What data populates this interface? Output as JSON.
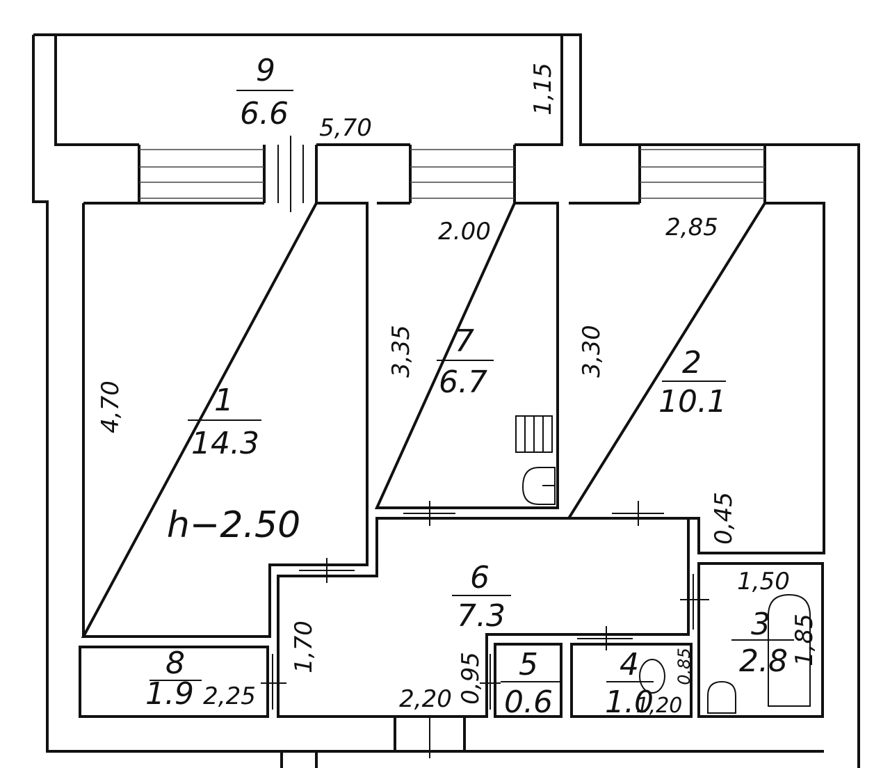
{
  "rooms": [
    {
      "id": "1",
      "number": "1",
      "area": "14.3"
    },
    {
      "id": "2",
      "number": "2",
      "area": "10.1"
    },
    {
      "id": "3",
      "number": "3",
      "area": "2.8"
    },
    {
      "id": "4",
      "number": "4",
      "area": "1.0"
    },
    {
      "id": "5",
      "number": "5",
      "area": "0.6"
    },
    {
      "id": "6",
      "number": "6",
      "area": "7.3"
    },
    {
      "id": "7",
      "number": "7",
      "area": "6.7"
    },
    {
      "id": "8",
      "number": "8",
      "area": "1.9"
    },
    {
      "id": "9",
      "number": "9",
      "area": "6.6"
    }
  ],
  "ceiling_height": "h−2.50",
  "dimensions": {
    "balcony_width": "5,70",
    "balcony_depth": "1,15",
    "room7_width": "2.00",
    "room7_length": "3,35",
    "room2_width": "2,85",
    "room2_length": "3,30",
    "room1_length": "4,70",
    "room2_step": "0,45",
    "hall_depth": "1,70",
    "hall_width": "2,20",
    "closet5_depth": "0,95",
    "bath_width": "1,50",
    "bath_length": "1,85",
    "closet8_width": "2,25",
    "wc_width": "0,85",
    "wc_depth": "1,20"
  }
}
